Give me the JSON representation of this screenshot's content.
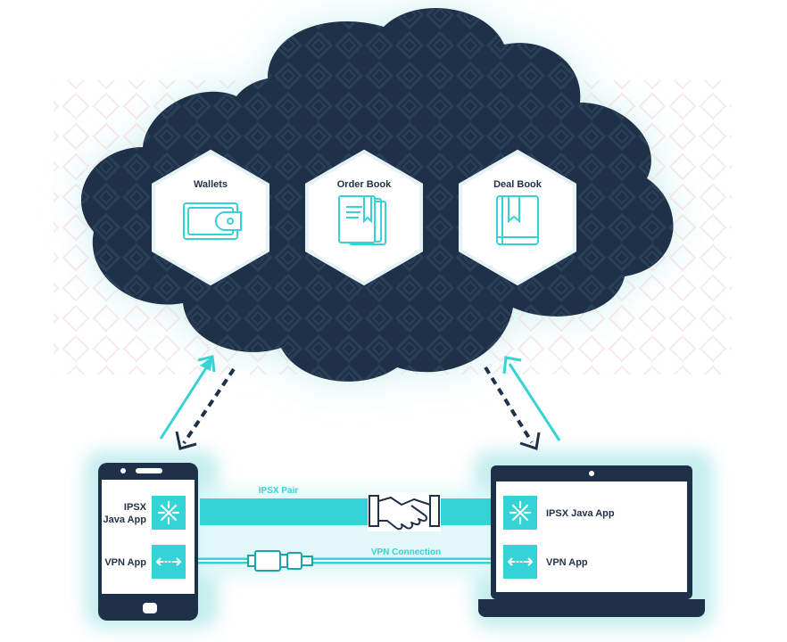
{
  "colors": {
    "navy": "#1f3148",
    "teal": "#35d2d6",
    "teal_dark": "#1aa5ad",
    "glow": "#bff0ee",
    "hex_fill": "#ffffff"
  },
  "cloud": {
    "services": [
      {
        "label": "Wallets",
        "icon": "wallet-icon"
      },
      {
        "label": "Order Book",
        "icon": "order-book-icon"
      },
      {
        "label": "Deal Book",
        "icon": "deal-book-icon"
      }
    ]
  },
  "phone": {
    "apps": [
      {
        "label_line1": "IPSX",
        "label_line2": "Java App",
        "icon": "ipsx-logo-icon"
      },
      {
        "label": "VPN App",
        "icon": "vpn-arrows-icon"
      }
    ]
  },
  "laptop": {
    "apps": [
      {
        "label": "IPSX Java App",
        "icon": "ipsx-logo-icon"
      },
      {
        "label": "VPN App",
        "icon": "vpn-arrows-icon"
      }
    ]
  },
  "connections": {
    "pair_label": "IPSX Pair",
    "vpn_label": "VPN Connection"
  }
}
